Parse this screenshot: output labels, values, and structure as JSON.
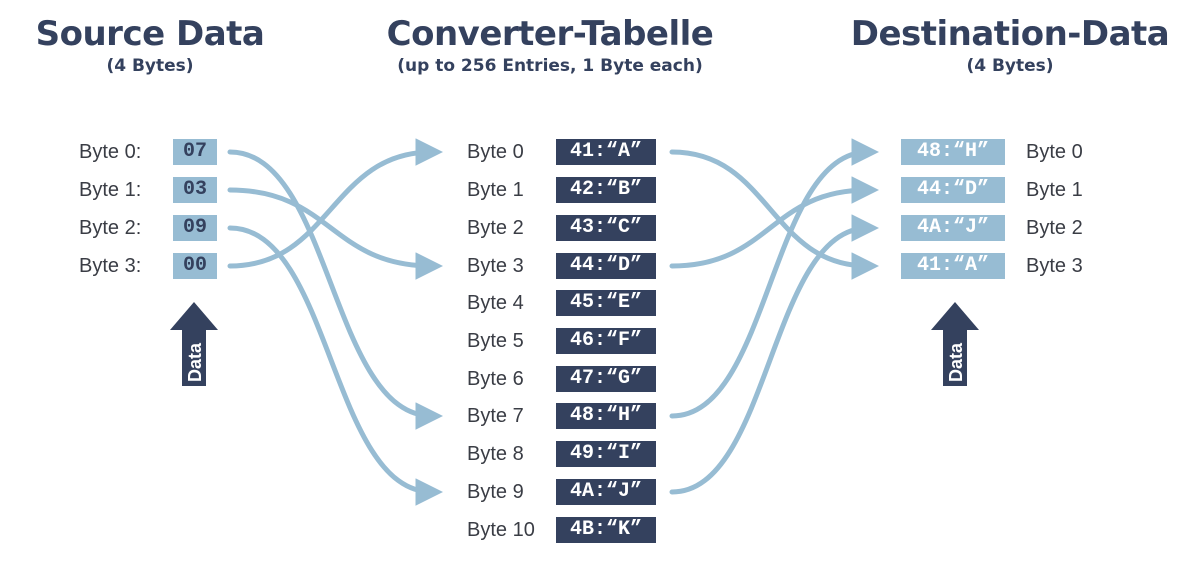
{
  "colors": {
    "dark": "#34415e",
    "light": "#97bcd3",
    "text": "#3a3d45"
  },
  "source": {
    "title": "Source Data",
    "subtitle": "(4 Bytes)",
    "rows": [
      {
        "label": "Byte 0:",
        "value": "07"
      },
      {
        "label": "Byte 1:",
        "value": "03"
      },
      {
        "label": "Byte 2:",
        "value": "09"
      },
      {
        "label": "Byte 3:",
        "value": "00"
      }
    ],
    "arrow_label": "Data"
  },
  "table": {
    "title": "Converter-Tabelle",
    "subtitle": "(up to 256 Entries, 1 Byte each)",
    "rows": [
      {
        "label": "Byte 0",
        "value": "41:“A”"
      },
      {
        "label": "Byte 1",
        "value": "42:“B”"
      },
      {
        "label": "Byte 2",
        "value": "43:“C”"
      },
      {
        "label": "Byte 3",
        "value": "44:“D”"
      },
      {
        "label": "Byte 4",
        "value": "45:“E”"
      },
      {
        "label": "Byte 5",
        "value": "46:“F”"
      },
      {
        "label": "Byte 6",
        "value": "47:“G”"
      },
      {
        "label": "Byte 7",
        "value": "48:“H”"
      },
      {
        "label": "Byte 8",
        "value": "49:“I”"
      },
      {
        "label": "Byte 9",
        "value": "4A:“J”"
      },
      {
        "label": "Byte 10",
        "value": "4B:“K”"
      }
    ]
  },
  "destination": {
    "title": "Destination-Data",
    "subtitle": "(4 Bytes)",
    "rows": [
      {
        "label": "Byte 0",
        "value": "48:“H”"
      },
      {
        "label": "Byte 1",
        "value": "44:“D”"
      },
      {
        "label": "Byte 2",
        "value": "4A:“J”"
      },
      {
        "label": "Byte 3",
        "value": "41:“A”"
      }
    ],
    "arrow_label": "Data"
  },
  "mappings": {
    "source_to_table": [
      {
        "from": 0,
        "to": 7
      },
      {
        "from": 1,
        "to": 3
      },
      {
        "from": 2,
        "to": 9
      },
      {
        "from": 3,
        "to": 0
      }
    ],
    "table_to_destination": [
      {
        "from": 7,
        "to": 0
      },
      {
        "from": 3,
        "to": 1
      },
      {
        "from": 9,
        "to": 2
      },
      {
        "from": 0,
        "to": 3
      }
    ]
  }
}
